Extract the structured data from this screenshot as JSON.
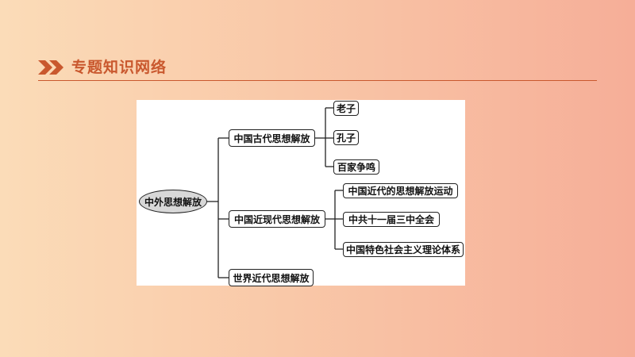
{
  "header": {
    "title": "专题知识网络"
  },
  "mindmap": {
    "root": "中外思想解放",
    "branches": [
      {
        "label": "中国古代思想解放",
        "children": [
          "老子",
          "孔子",
          "百家争鸣"
        ]
      },
      {
        "label": "中国近现代思想解放",
        "children": [
          "中国近代的思想解放运动",
          "中共十一届三中全会",
          "中国特色社会主义理论体系"
        ]
      },
      {
        "label": "世界近代思想解放",
        "children": []
      }
    ]
  }
}
